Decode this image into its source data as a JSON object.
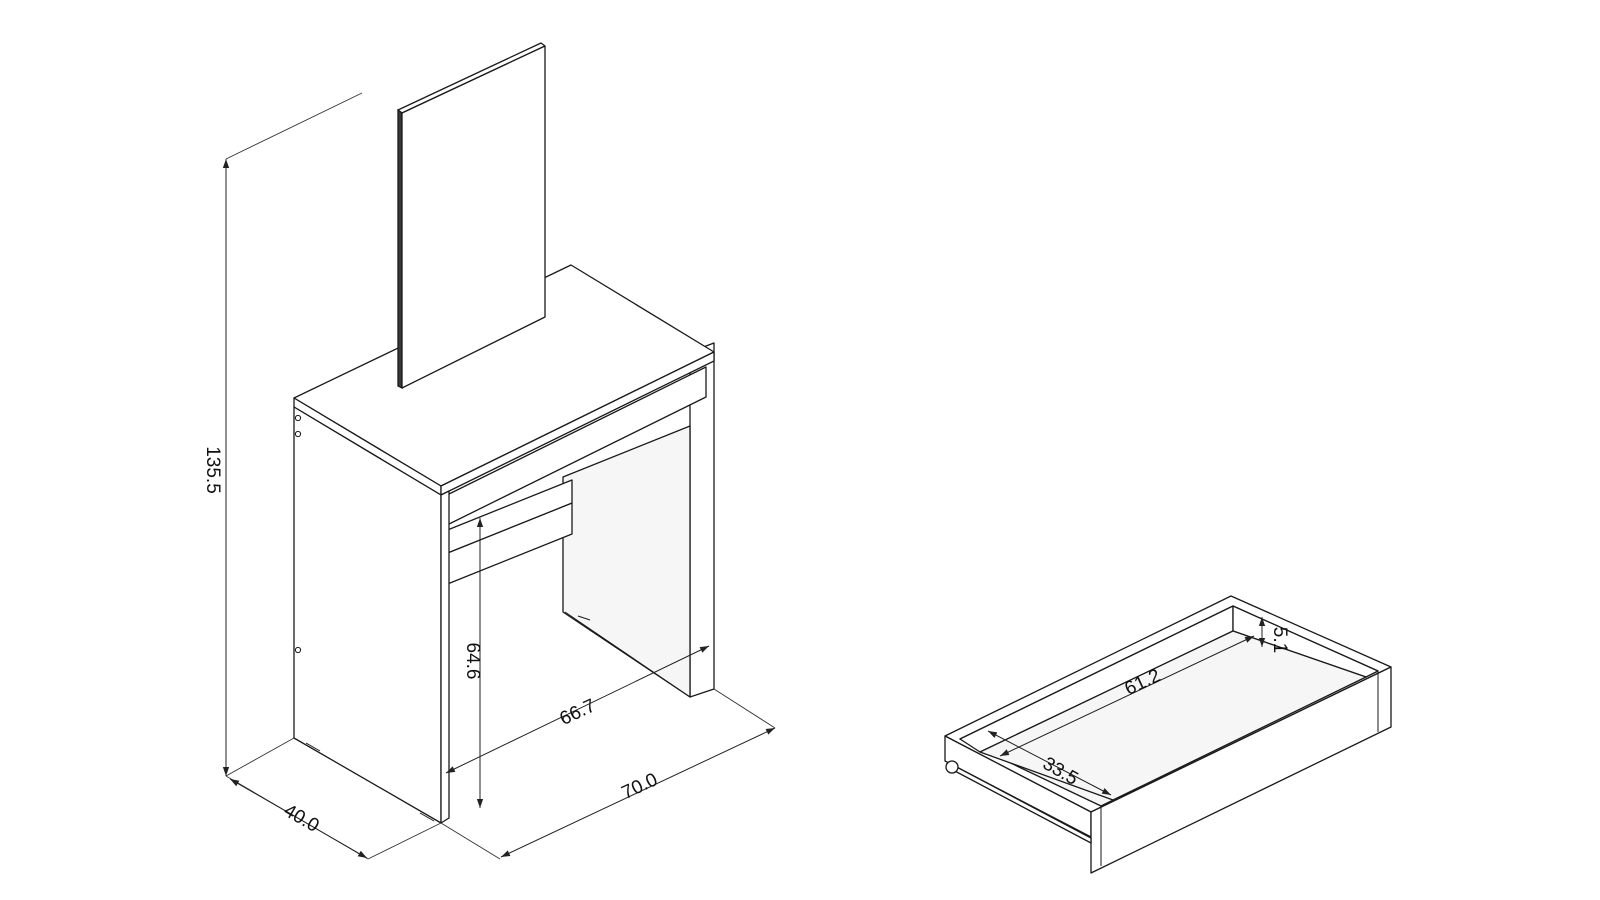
{
  "dimensions": {
    "total_height": "135.5",
    "depth": "40.0",
    "width": "70.0",
    "inner_width": "66.7",
    "leg_clearance": "64.6",
    "drawer_length": "61.2",
    "drawer_depth": "33.5",
    "drawer_height": "5.1"
  }
}
